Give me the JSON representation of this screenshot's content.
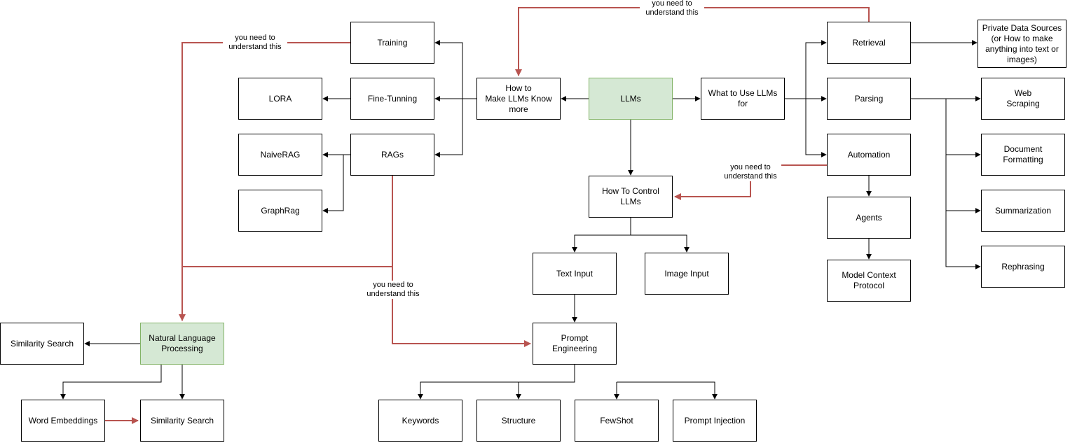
{
  "colors": {
    "edge_default": "#000000",
    "edge_highlight": "#b85450",
    "node_highlight_fill": "#d5e8d4",
    "node_highlight_stroke": "#82b366"
  },
  "nodes": {
    "training": "Training",
    "fine_tuning": "Fine-Tunning",
    "lora": "LORA",
    "naive_rag": "NaiveRAG",
    "rags": "RAGs",
    "graph_rag": "GraphRag",
    "make_llms_know_more": "How to\nMake LLMs Know\nmore",
    "llms": "LLMs",
    "what_to_use_llms_for": "What to Use LLMs\nfor",
    "retrieval": "Retrieval",
    "private_data_sources": "Private Data Sources\n(or How to make\nanything into text or\nimages)",
    "parsing": "Parsing",
    "web_scraping": "Web\nScraping",
    "automation": "Automation",
    "document_formatting": "Document\nFormatting",
    "summarization": "Summarization",
    "rephrasing": "Rephrasing",
    "agents": "Agents",
    "model_context_protocol": "Model Context\nProtocol",
    "how_to_control_llms": "How To Control\nLLMs",
    "text_input": "Text Input",
    "image_input": "Image Input",
    "prompt_engineering": "Prompt\nEngineering",
    "keywords": "Keywords",
    "structure": "Structure",
    "fewshot": "FewShot",
    "prompt_injection": "Prompt Injection",
    "nlp": "Natural Language\nProcessing",
    "similarity_search_left": "Similarity Search",
    "word_embeddings": "Word Embeddings",
    "similarity_search_bottom": "Similarity Search"
  },
  "edge_labels": {
    "top_retrieval": "you need to\nunderstand this",
    "training_nlp": "you need to\nunderstand this",
    "automation_control": "you need to\nunderstand this",
    "rags_prompt": "you need to\nunderstand this"
  }
}
